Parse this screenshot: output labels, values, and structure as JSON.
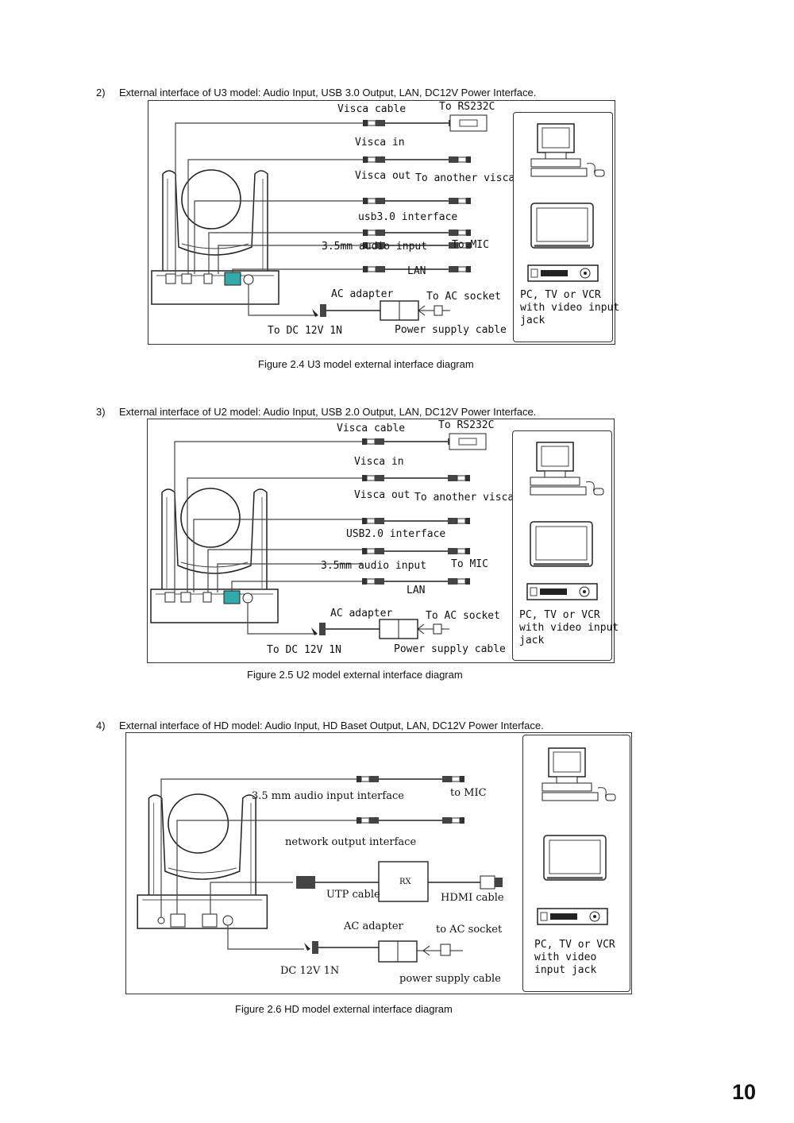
{
  "sections": [
    {
      "number": "2)",
      "heading": "External interface of U3 model: Audio Input, USB 3.0 Output, LAN, DC12V Power Interface.",
      "labels": {
        "visca_cable": "Visca cable",
        "to_rs232c": "To RS232C",
        "visca_in": "Visca in",
        "visca_out": "Visca out",
        "to_another_visca": "To another visca",
        "usb": "usb3.0 interface",
        "audio": "3.5mm audio input",
        "to_mic": "To MIC",
        "lan": "LAN",
        "ac_adapter": "AC adapter",
        "to_ac_socket": "To AC socket",
        "to_dc": "To DC 12V 1N",
        "power_cable": "Power supply cable",
        "devices": "PC, TV or VCR\nwith video input\njack"
      },
      "caption": "Figure 2.4 U3 model external interface diagram"
    },
    {
      "number": "3)",
      "heading": "External interface of U2 model: Audio Input, USB 2.0 Output, LAN, DC12V Power Interface.",
      "labels": {
        "visca_cable": "Visca cable",
        "to_rs232c": "To RS232C",
        "visca_in": "Visca in",
        "visca_out": "Visca out",
        "to_another_visca": "To another visca",
        "usb": "USB2.0 interface",
        "audio": "3.5mm audio input",
        "to_mic": "To MIC",
        "lan": "LAN",
        "ac_adapter": "AC adapter",
        "to_ac_socket": "To AC socket",
        "to_dc": "To DC 12V 1N",
        "power_cable": "Power supply cable",
        "devices": "PC, TV or VCR\nwith video input\njack"
      },
      "caption": "Figure 2.5 U2 model external interface diagram"
    },
    {
      "number": "4)",
      "heading": "External interface of HD model: Audio Input, HD Baset Output, LAN, DC12V Power Interface.",
      "labels": {
        "audio": "3.5 mm audio input interface",
        "to_mic": "to MIC",
        "network": "network output interface",
        "rx": "RX",
        "utp": "UTP cable",
        "hdmi": "HDMI cable",
        "ac_adapter": "AC adapter",
        "to_ac_socket": "to AC socket",
        "to_dc": "DC 12V 1N",
        "power_cable": "power supply cable",
        "devices": "PC, TV or VCR\nwith video\ninput jack"
      },
      "caption": "Figure 2.6 HD model external interface diagram"
    }
  ],
  "page_number": "10"
}
